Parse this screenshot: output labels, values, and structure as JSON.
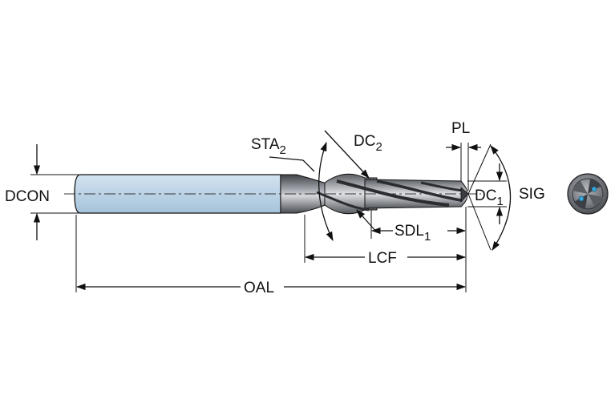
{
  "labels": {
    "dcon": "DCON",
    "sta": "STA",
    "sta_sub": "2",
    "dc2": "DC",
    "dc2_sub": "2",
    "pl": "PL",
    "dc1": "DC",
    "dc1_sub": "1",
    "sig": "SIG",
    "sdl": "SDL",
    "sdl_sub": "1",
    "lcf": "LCF",
    "oal": "OAL"
  },
  "colors": {
    "shank": "#bcd3e6",
    "shank_edge": "#8fb0cc",
    "body_dark": "#4a4d52",
    "body_light": "#c8cbd0",
    "line": "#111111",
    "end_view": "#6d7076",
    "coolant_hole": "#36a6d8"
  }
}
